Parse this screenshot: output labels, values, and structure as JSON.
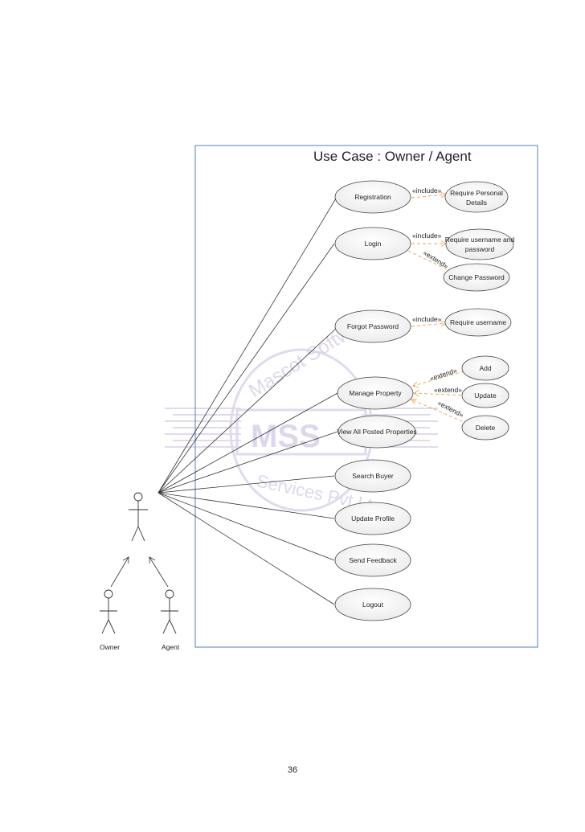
{
  "diagram": {
    "title": "Use Case  :  Owner / Agent",
    "watermark": {
      "line1": "Mascot Softw",
      "center": "MSS",
      "line2": "Services Pvt Lt"
    },
    "actors": {
      "main": "",
      "owner": "Owner",
      "agent": "Agent"
    },
    "use_cases": {
      "registration": "Registration",
      "login": "Login",
      "forgot_password": "Forgot Password",
      "manage_property": "Manage Property",
      "view_all_posted": "View All Posted Properties",
      "search_buyer": "Search Buyer",
      "update_profile": "Update Profile",
      "send_feedback": "Send Feedback",
      "logout": "Logout"
    },
    "sub_cases": {
      "require_personal_1": "Require Personal",
      "require_personal_2": "Details",
      "require_username_pw_1": "Require username and",
      "require_username_pw_2": "password",
      "change_password": "Change Password",
      "require_username": "Require username",
      "add": "Add",
      "update": "Update",
      "delete": "Delete"
    },
    "relations": {
      "include": "«include»",
      "extend": "«extend»"
    },
    "colors": {
      "border": "#4f81bd",
      "dashed": "#f0a04b",
      "line": "#333333",
      "watermark": "#b9a8d6"
    }
  },
  "page": {
    "number": "36"
  }
}
